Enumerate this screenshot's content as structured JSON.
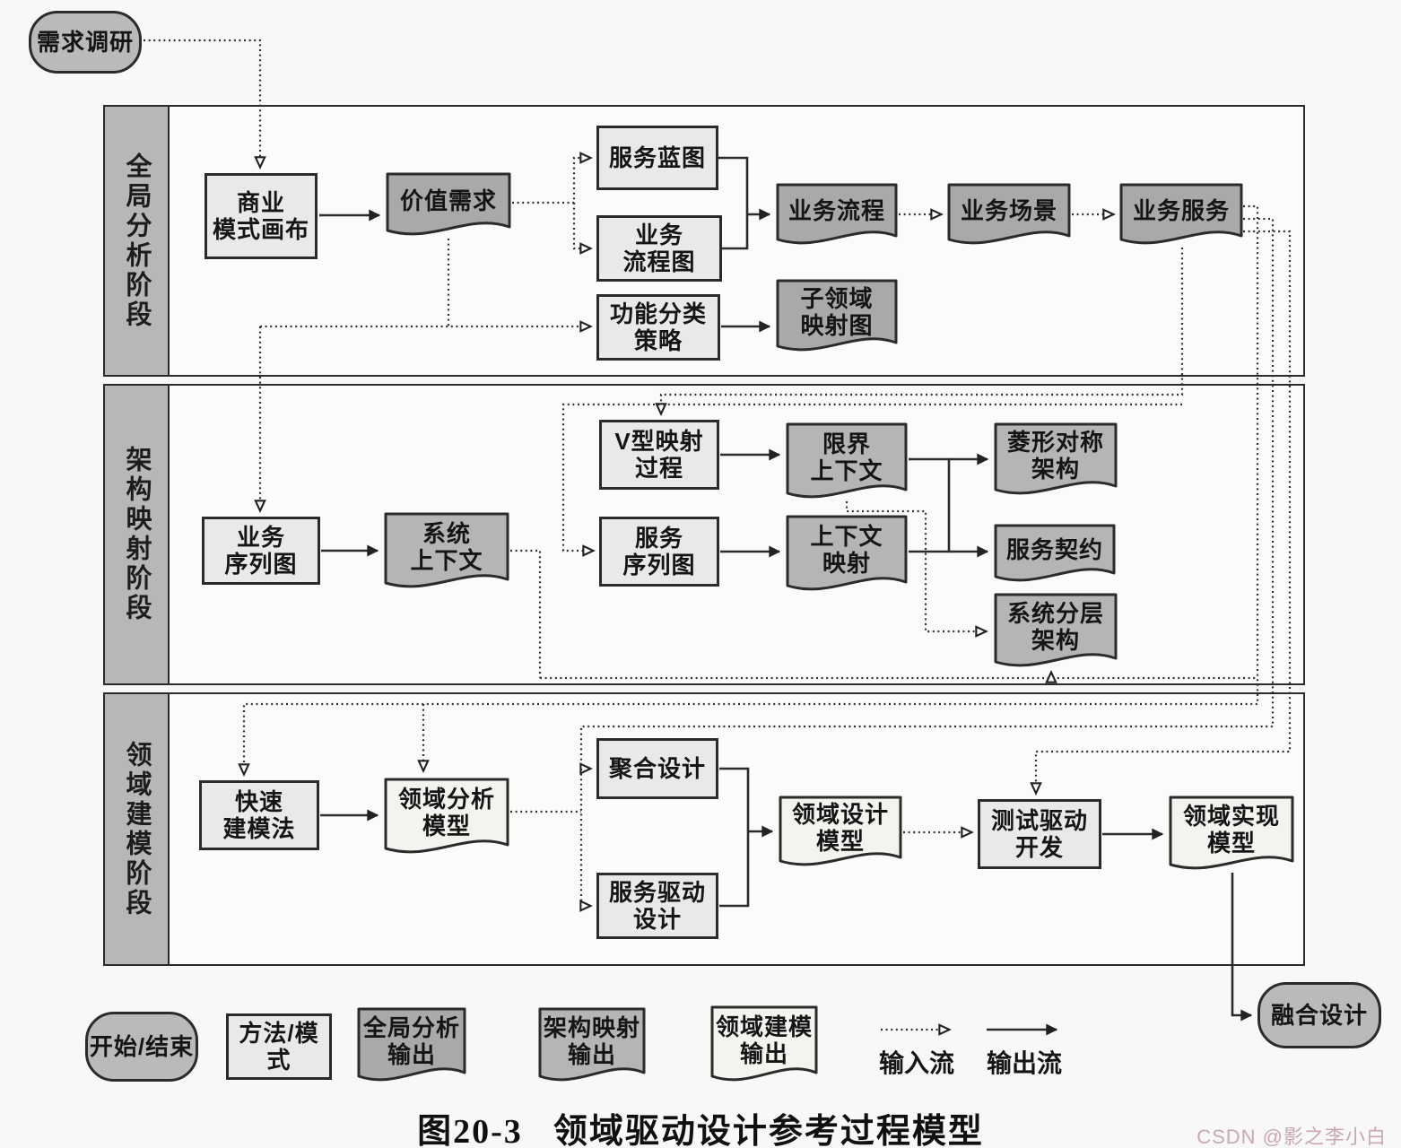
{
  "caption": {
    "number": "图20-3",
    "title": "领域驱动设计参考过程模型"
  },
  "watermark": "CSDN @影之李小白",
  "lanes": [
    {
      "id": "lane-global-analysis",
      "label": "全局分析阶段"
    },
    {
      "id": "lane-architecture-mapping",
      "label": "架构映射阶段"
    },
    {
      "id": "lane-domain-modeling",
      "label": "领域建模阶段"
    }
  ],
  "nodes": [
    {
      "id": "requirement-research",
      "kind": "start-end",
      "lines": [
        "需求调研"
      ]
    },
    {
      "id": "business-model-canvas",
      "kind": "method",
      "lines": [
        "商业",
        "模式画布"
      ]
    },
    {
      "id": "value-requirements",
      "kind": "output-global",
      "lines": [
        "价值需求"
      ]
    },
    {
      "id": "service-blueprint",
      "kind": "method",
      "lines": [
        "服务蓝图"
      ]
    },
    {
      "id": "business-flow-diagram",
      "kind": "method",
      "lines": [
        "业务",
        "流程图"
      ]
    },
    {
      "id": "function-classification-strategy",
      "kind": "method",
      "lines": [
        "功能分类",
        "策略"
      ]
    },
    {
      "id": "business-process",
      "kind": "output-global",
      "lines": [
        "业务流程"
      ]
    },
    {
      "id": "subdomain-mapping-diagram",
      "kind": "output-global",
      "lines": [
        "子领域",
        "映射图"
      ]
    },
    {
      "id": "business-scenario",
      "kind": "output-global",
      "lines": [
        "业务场景"
      ]
    },
    {
      "id": "business-service",
      "kind": "output-global",
      "lines": [
        "业务服务"
      ]
    },
    {
      "id": "business-sequence-diagram",
      "kind": "method",
      "lines": [
        "业务",
        "序列图"
      ]
    },
    {
      "id": "system-context",
      "kind": "output-arch",
      "lines": [
        "系统",
        "上下文"
      ]
    },
    {
      "id": "v-mapping-process",
      "kind": "method",
      "lines": [
        "V型映射",
        "过程"
      ]
    },
    {
      "id": "service-sequence-diagram",
      "kind": "method",
      "lines": [
        "服务",
        "序列图"
      ]
    },
    {
      "id": "bounded-context",
      "kind": "output-arch",
      "lines": [
        "限界",
        "上下文"
      ]
    },
    {
      "id": "context-mapping",
      "kind": "output-arch",
      "lines": [
        "上下文",
        "映射"
      ]
    },
    {
      "id": "diamond-symmetric-architecture",
      "kind": "output-arch",
      "lines": [
        "菱形对称",
        "架构"
      ]
    },
    {
      "id": "service-contract",
      "kind": "output-arch",
      "lines": [
        "服务契约"
      ]
    },
    {
      "id": "system-layered-architecture",
      "kind": "output-arch",
      "lines": [
        "系统分层",
        "架构"
      ]
    },
    {
      "id": "rapid-modeling-method",
      "kind": "method",
      "lines": [
        "快速",
        "建模法"
      ]
    },
    {
      "id": "domain-analysis-model",
      "kind": "output-domain",
      "lines": [
        "领域分析",
        "模型"
      ]
    },
    {
      "id": "aggregate-design",
      "kind": "method",
      "lines": [
        "聚合设计"
      ]
    },
    {
      "id": "service-driven-design",
      "kind": "method",
      "lines": [
        "服务驱动",
        "设计"
      ]
    },
    {
      "id": "domain-design-model",
      "kind": "output-domain",
      "lines": [
        "领域设计",
        "模型"
      ]
    },
    {
      "id": "test-driven-development",
      "kind": "method",
      "lines": [
        "测试驱动",
        "开发"
      ]
    },
    {
      "id": "domain-implementation-model",
      "kind": "output-domain",
      "lines": [
        "领域实现",
        "模型"
      ]
    },
    {
      "id": "fusion-design",
      "kind": "start-end",
      "lines": [
        "融合设计"
      ]
    }
  ],
  "legend": {
    "items": [
      {
        "id": "legend-start-end",
        "kind": "start-end",
        "lines": [
          "开始/结束"
        ]
      },
      {
        "id": "legend-method-pattern",
        "kind": "method",
        "lines": [
          "方法/模式"
        ]
      },
      {
        "id": "legend-global-analysis-output",
        "kind": "output-global",
        "lines": [
          "全局分析",
          "输出"
        ]
      },
      {
        "id": "legend-architecture-mapping-output",
        "kind": "output-arch",
        "lines": [
          "架构映射",
          "输出"
        ]
      },
      {
        "id": "legend-domain-modeling-output",
        "kind": "output-domain",
        "lines": [
          "领域建模",
          "输出"
        ]
      }
    ],
    "input_flow_label": "输入流",
    "output_flow_label": "输出流"
  },
  "colors": {
    "start-end": "#bababa",
    "method": "#e9e9e7",
    "output-global": "#a9a9a9",
    "output-arch": "#b5b5b5",
    "output-domain": "#f3f3f0",
    "lane_label_bg": "#b7b7b7",
    "line": "#2b2b2b"
  }
}
